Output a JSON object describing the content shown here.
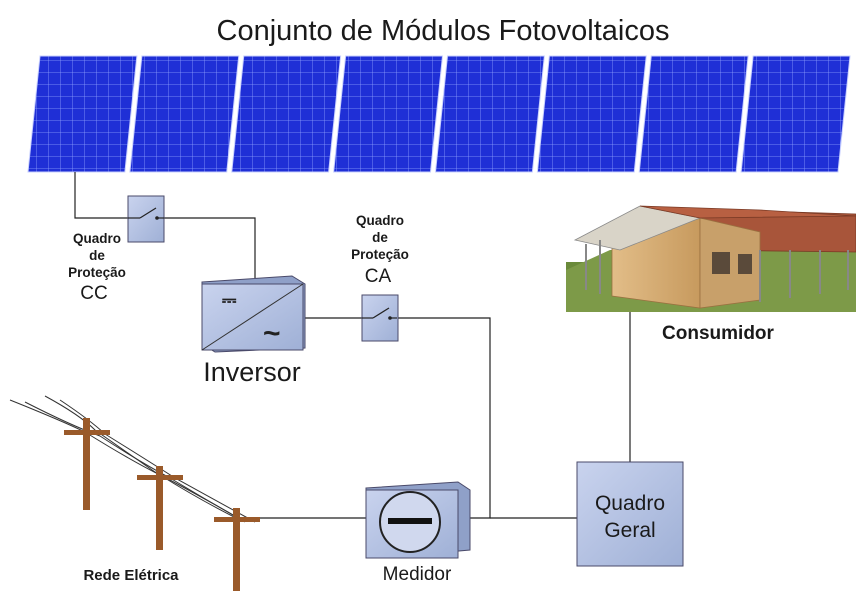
{
  "title": "Conjunto de Módulos Fotovoltaicos",
  "panel_count": 8,
  "protection_cc": {
    "line1": "Quadro",
    "line2": "de",
    "line3": "Proteção",
    "line4": "CC"
  },
  "protection_ca": {
    "line1": "Quadro",
    "line2": "de",
    "line3": "Proteção",
    "line4": "CA"
  },
  "inverter": {
    "label": "Inversor",
    "dc_symbol": "⎓",
    "ac_symbol": "~"
  },
  "meter": {
    "label": "Medidor"
  },
  "consumer": {
    "label": "Consumidor"
  },
  "main_panel": {
    "line1": "Quadro",
    "line2": "Geral"
  },
  "grid": {
    "label": "Rede Elétrica"
  },
  "colors": {
    "panel": "#1f2fd6",
    "panel_grid": "#8fa0ff",
    "box": "#b7c3e3",
    "box_border": "#4a4a6a",
    "pole": "#9a5a2a",
    "roof": "#a8553a",
    "wood": "#d9b07a",
    "grass": "#6a8a3a"
  }
}
